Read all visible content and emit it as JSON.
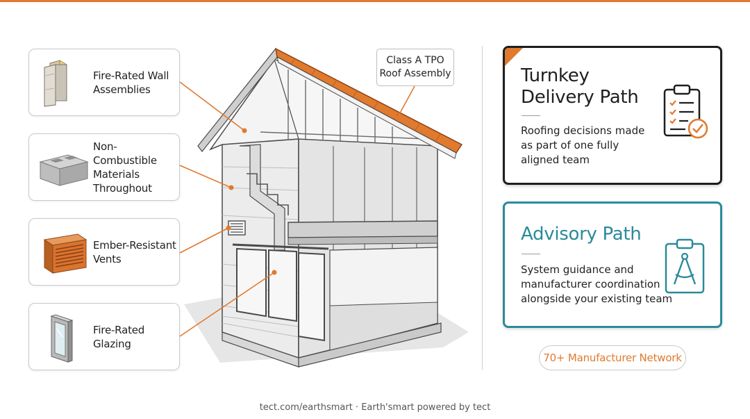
{
  "colors": {
    "accent": "#e07a2e",
    "teal": "#2a8a9a",
    "dark": "#1e1e1e"
  },
  "features": [
    {
      "id": "wall",
      "label": "Fire-Rated Wall\nAssemblies",
      "icon": "wall-assembly-icon"
    },
    {
      "id": "materials",
      "label": "Non-Combustible\nMaterials\nThroughout",
      "icon": "cinder-block-icon"
    },
    {
      "id": "vents",
      "label": "Ember-Resistant\nVents",
      "icon": "vent-icon"
    },
    {
      "id": "glazing",
      "label": "Fire-Rated\nGlazing",
      "icon": "window-icon"
    }
  ],
  "callout": {
    "label": "Class A TPO\nRoof Assembly"
  },
  "paths": {
    "turnkey": {
      "title": "Turnkey\nDelivery Path",
      "description": "Roofing decisions made\nas part of one fully\naligned team",
      "icon": "clipboard-checklist-icon"
    },
    "advisory": {
      "title": "Advisory Path",
      "description": "System guidance and\nmanufacturer coordination\nalongside your existing team",
      "icon": "clipboard-compass-icon"
    }
  },
  "network": {
    "label": "70+ Manufacturer Network"
  },
  "footer": {
    "text": "tect.com/earthsmart · Earth'smart powered by tect"
  }
}
